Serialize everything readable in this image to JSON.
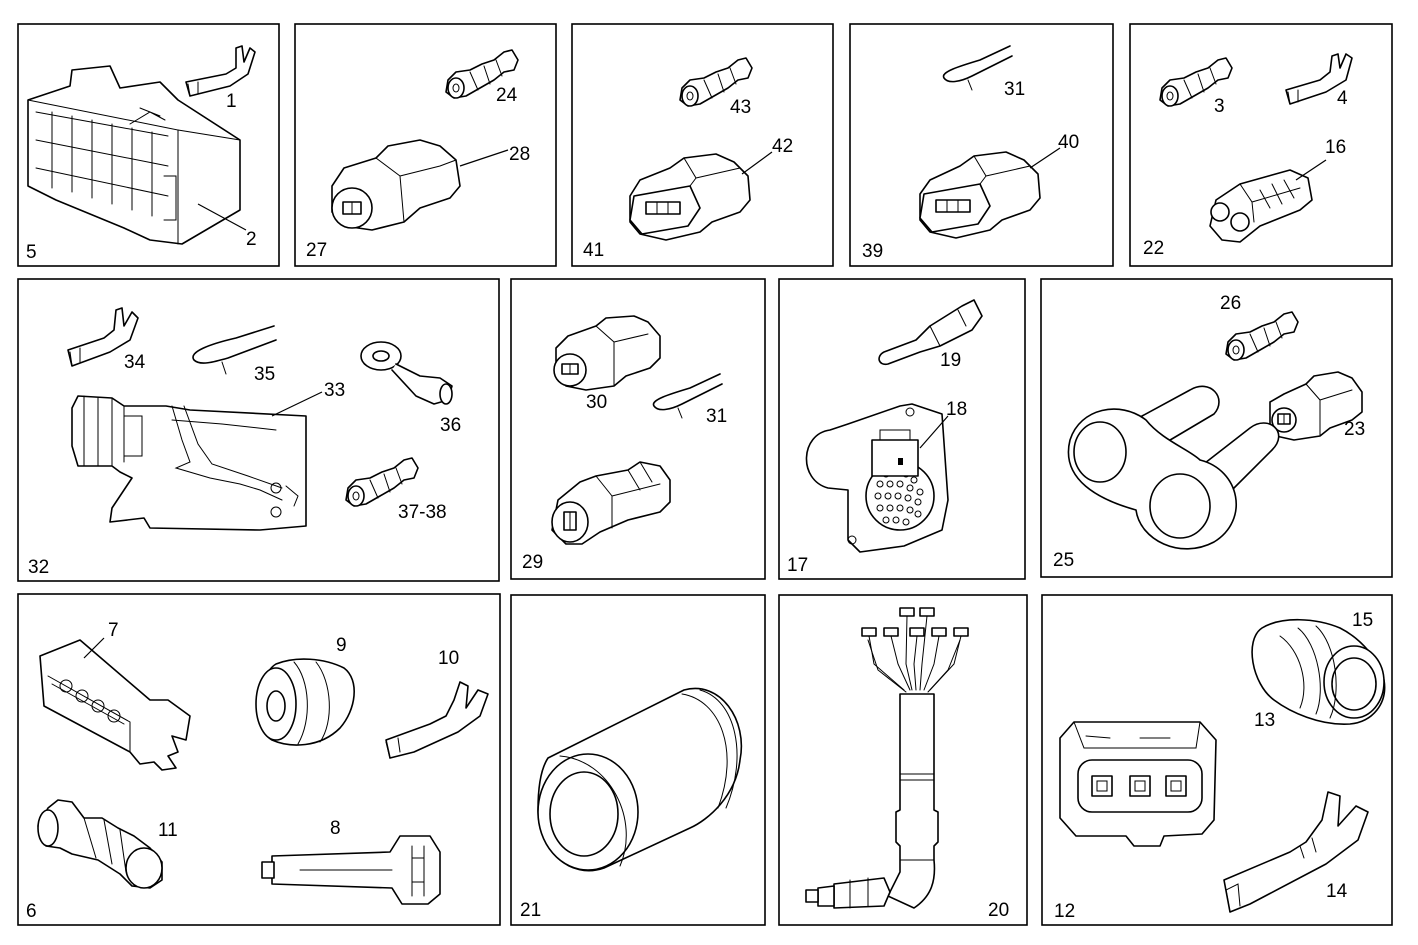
{
  "labels": {
    "p5": {
      "panel": "5",
      "a": "1",
      "b": "2"
    },
    "p27": {
      "panel": "27",
      "a": "24",
      "b": "28"
    },
    "p41": {
      "panel": "41",
      "a": "43",
      "b": "42"
    },
    "p39": {
      "panel": "39",
      "a": "31",
      "b": "40"
    },
    "p22": {
      "panel": "22",
      "a": "3",
      "b": "4",
      "c": "16"
    },
    "p32": {
      "panel": "32",
      "a": "34",
      "b": "35",
      "c": "33",
      "d": "36",
      "e": "37-38"
    },
    "p29": {
      "panel": "29",
      "a": "30",
      "b": "31"
    },
    "p17": {
      "panel": "17",
      "a": "19",
      "b": "18"
    },
    "p25": {
      "panel": "25",
      "a": "26",
      "b": "23"
    },
    "p6": {
      "panel": "6",
      "a": "7",
      "b": "9",
      "c": "10",
      "d": "11",
      "e": "8"
    },
    "p21": {
      "panel": "21"
    },
    "p20": {
      "panel": "20"
    },
    "p12": {
      "panel": "12",
      "a": "15",
      "b": "13",
      "c": "14"
    }
  }
}
